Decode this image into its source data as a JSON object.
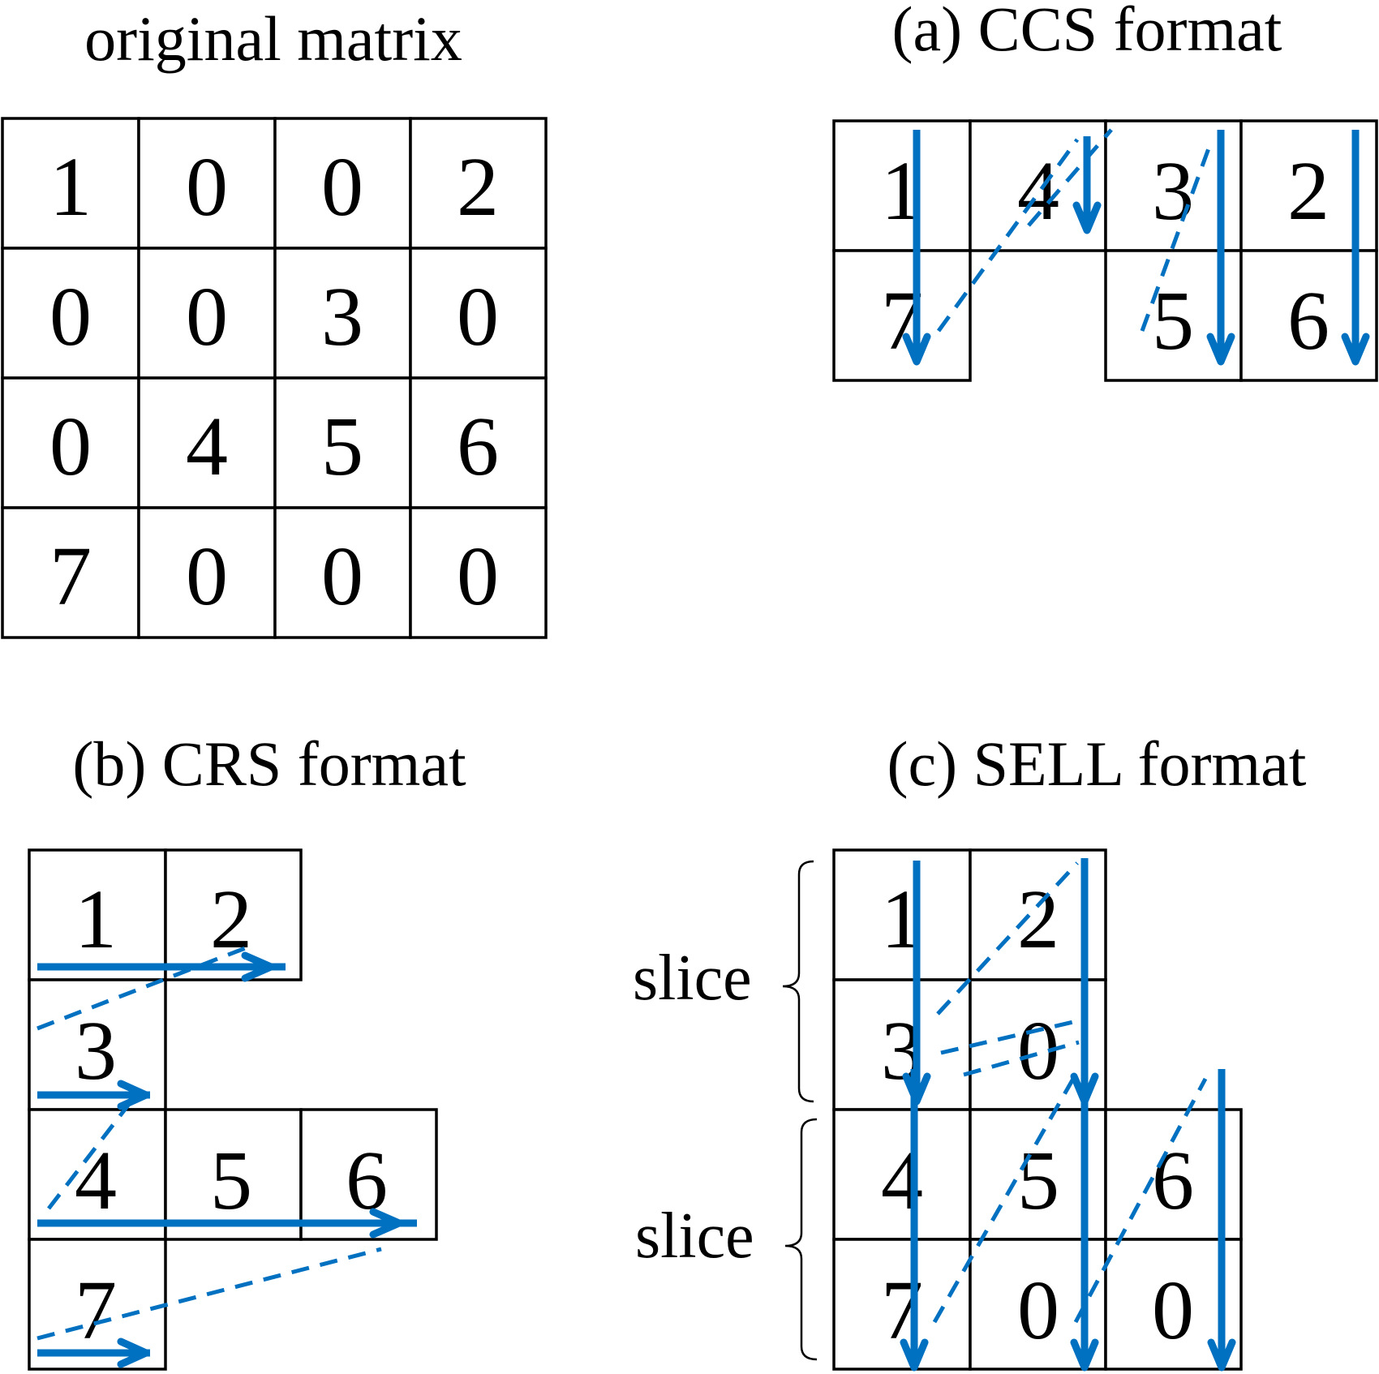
{
  "titles": {
    "original": "original matrix",
    "ccs": "(a) CCS format",
    "crs": "(b) CRS format",
    "sell": "(c) SELL format"
  },
  "original_matrix": {
    "rows": [
      [
        "1",
        "0",
        "0",
        "2"
      ],
      [
        "0",
        "0",
        "3",
        "0"
      ],
      [
        "0",
        "4",
        "5",
        "6"
      ],
      [
        "7",
        "0",
        "0",
        "0"
      ]
    ]
  },
  "ccs": {
    "columns": [
      [
        "1",
        "7"
      ],
      [
        "4"
      ],
      [
        "3",
        "5"
      ],
      [
        "2",
        "6"
      ]
    ]
  },
  "crs": {
    "rows": [
      [
        "1",
        "2"
      ],
      [
        "3"
      ],
      [
        "4",
        "5",
        "6"
      ],
      [
        "7"
      ]
    ]
  },
  "sell": {
    "slice_label": "slice",
    "slices": [
      {
        "label": "slice",
        "rows": [
          [
            "1",
            "2"
          ],
          [
            "3",
            "0"
          ]
        ]
      },
      {
        "label": "slice",
        "rows": [
          [
            "4",
            "5",
            "6"
          ],
          [
            "7",
            "0",
            "0"
          ]
        ]
      }
    ]
  },
  "colors": {
    "arrow": "#0070c0",
    "grid": "#000000",
    "background": "#ffffff"
  }
}
